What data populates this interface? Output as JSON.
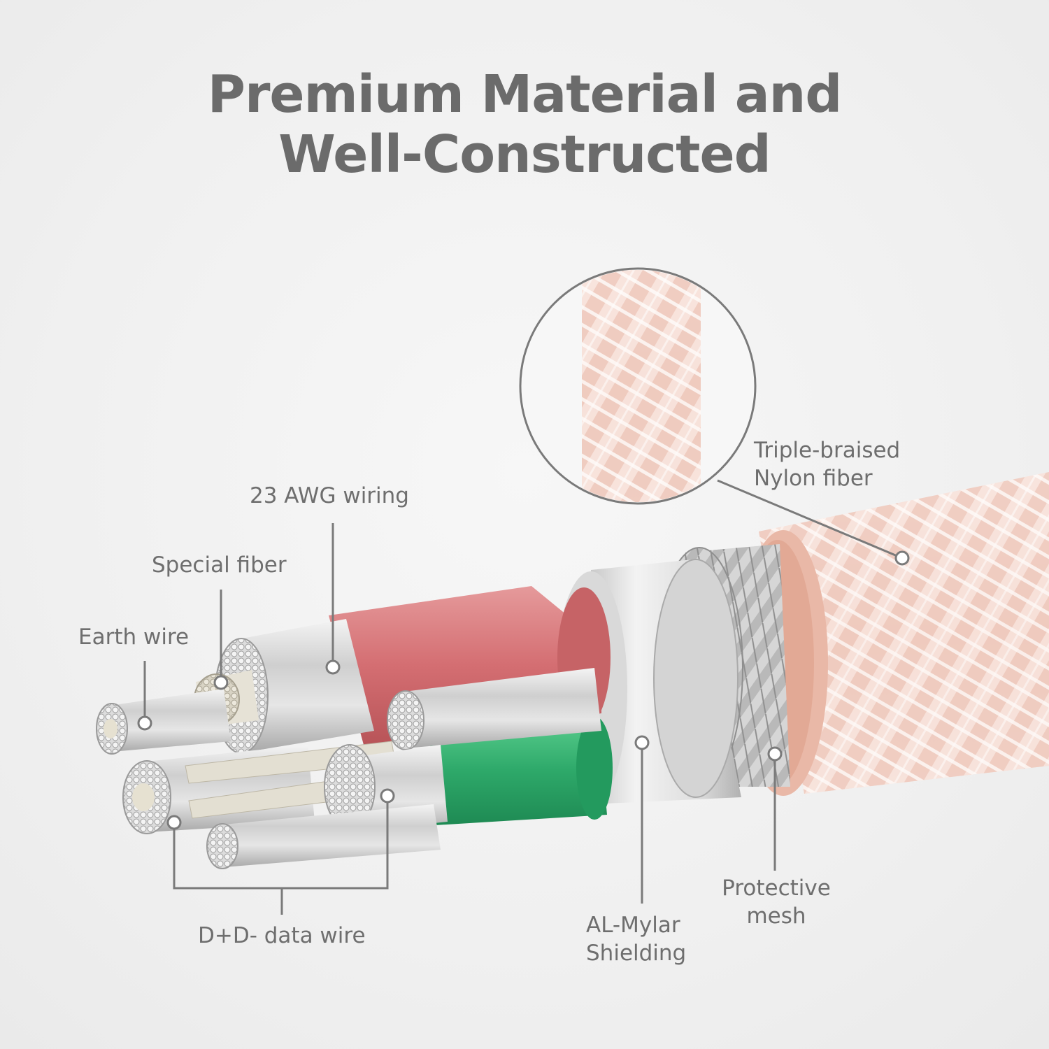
{
  "title": {
    "line1": "Premium Material and",
    "line2": "Well-Constructed"
  },
  "labels": {
    "wiring": "23 AWG wiring",
    "special_fiber": "Special fiber",
    "earth_wire": "Earth wire",
    "braided_line1": "Triple-braised",
    "braided_line2": "Nylon fiber",
    "data_wire": "D+D- data wire",
    "shielding_line1": "AL-Mylar",
    "shielding_line2": "Shielding",
    "mesh_line1": "Protective",
    "mesh_line2": "mesh"
  },
  "colors": {
    "text": "#6b6b6b",
    "leader": "#7a7a7a",
    "red_jacket": "#d9777a",
    "green_jacket": "#2fae6e",
    "nylon_braid": "#eec3b6"
  }
}
